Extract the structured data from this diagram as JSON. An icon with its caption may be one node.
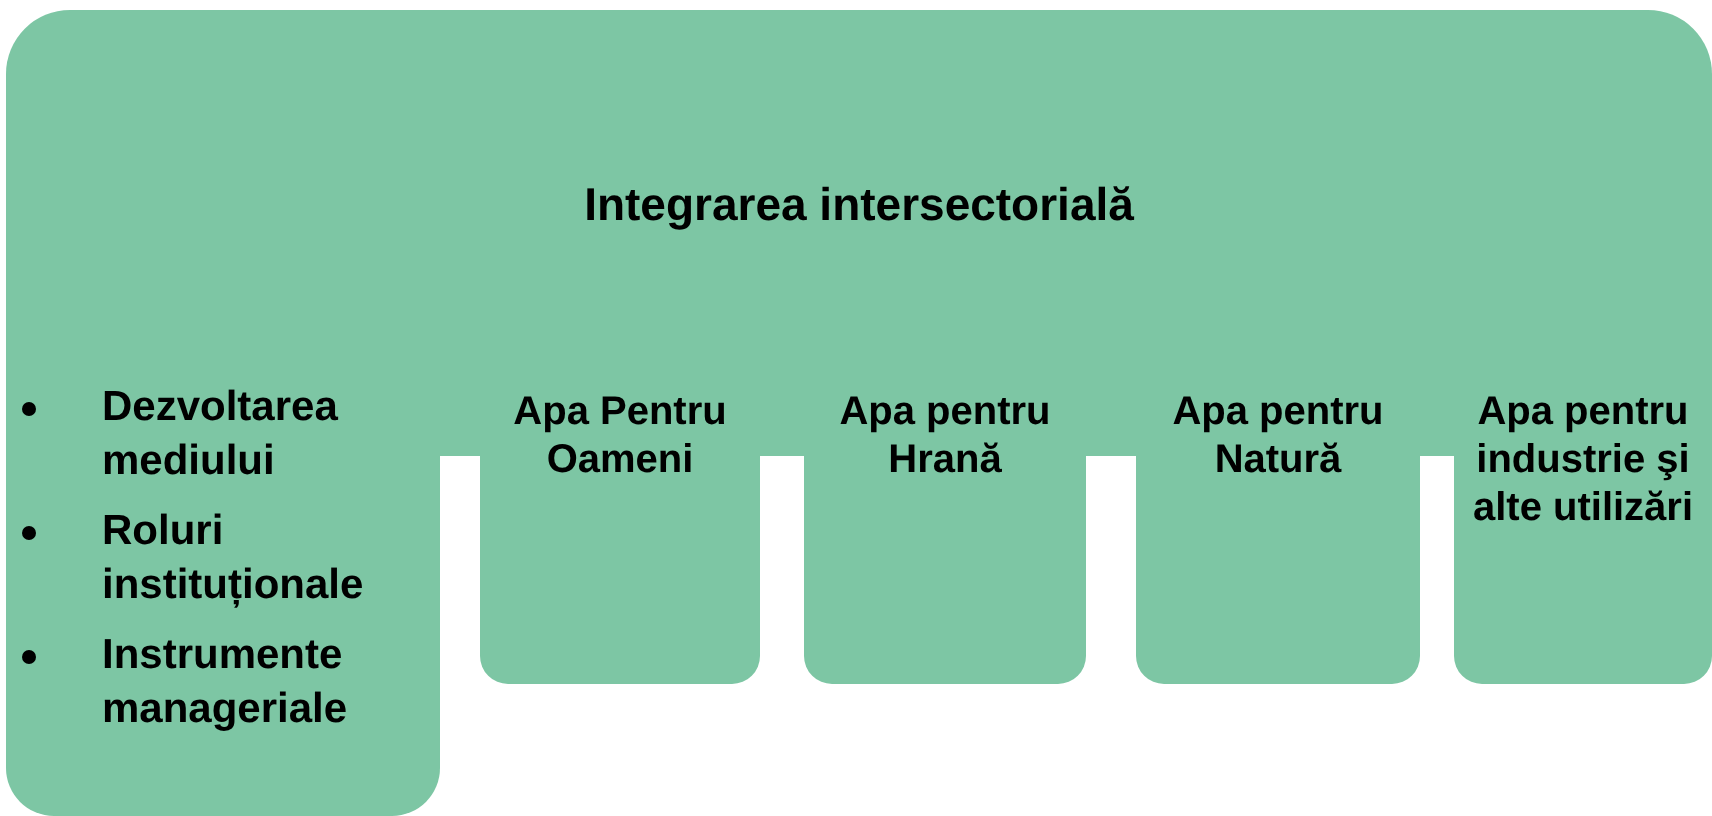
{
  "diagram": {
    "nodes": [
      {
        "text": [
          "Integrarea intersectorială"
        ]
      },
      {
        "text": [
          "Dezvoltarea mediului",
          "Roluri instituționale",
          "Instrumente manageriale"
        ]
      },
      {
        "text": [
          "Apa Pentru Oameni"
        ]
      },
      {
        "text": [
          "Apa pentru Hrană"
        ]
      },
      {
        "text": [
          "Apa pentru Natură"
        ]
      },
      {
        "text": [
          "Apa pentru industrie şi alte utilizări"
        ]
      }
    ]
  }
}
